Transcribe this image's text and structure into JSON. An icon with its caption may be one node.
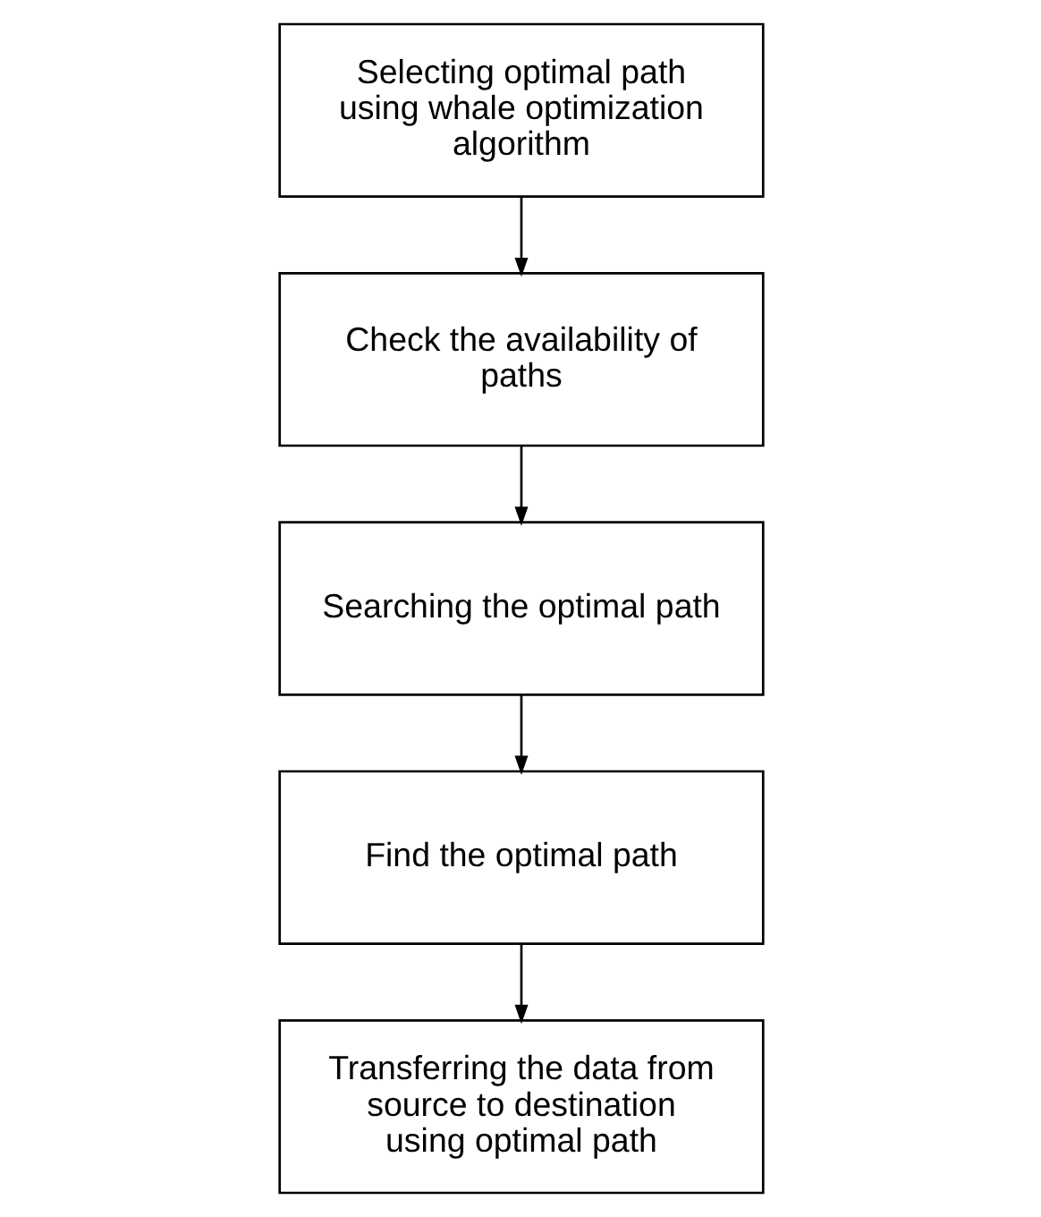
{
  "diagram": {
    "nodes": [
      {
        "text": [
          "Selecting optimal path using whale optimization algorithm"
        ]
      },
      {
        "text": [
          "Check the availability of paths"
        ]
      },
      {
        "text": [
          "Searching the optimal path"
        ]
      },
      {
        "text": [
          "Find the optimal path"
        ]
      },
      {
        "text": [
          "Transferring the data from source to destination using optimal path"
        ]
      }
    ],
    "edges": [
      {
        "from": 0,
        "to": 1,
        "arrow": "to"
      },
      {
        "from": 1,
        "to": 2,
        "arrow": "to"
      },
      {
        "from": 2,
        "to": 3,
        "arrow": "to"
      },
      {
        "from": 3,
        "to": 4,
        "arrow": "to"
      }
    ]
  }
}
